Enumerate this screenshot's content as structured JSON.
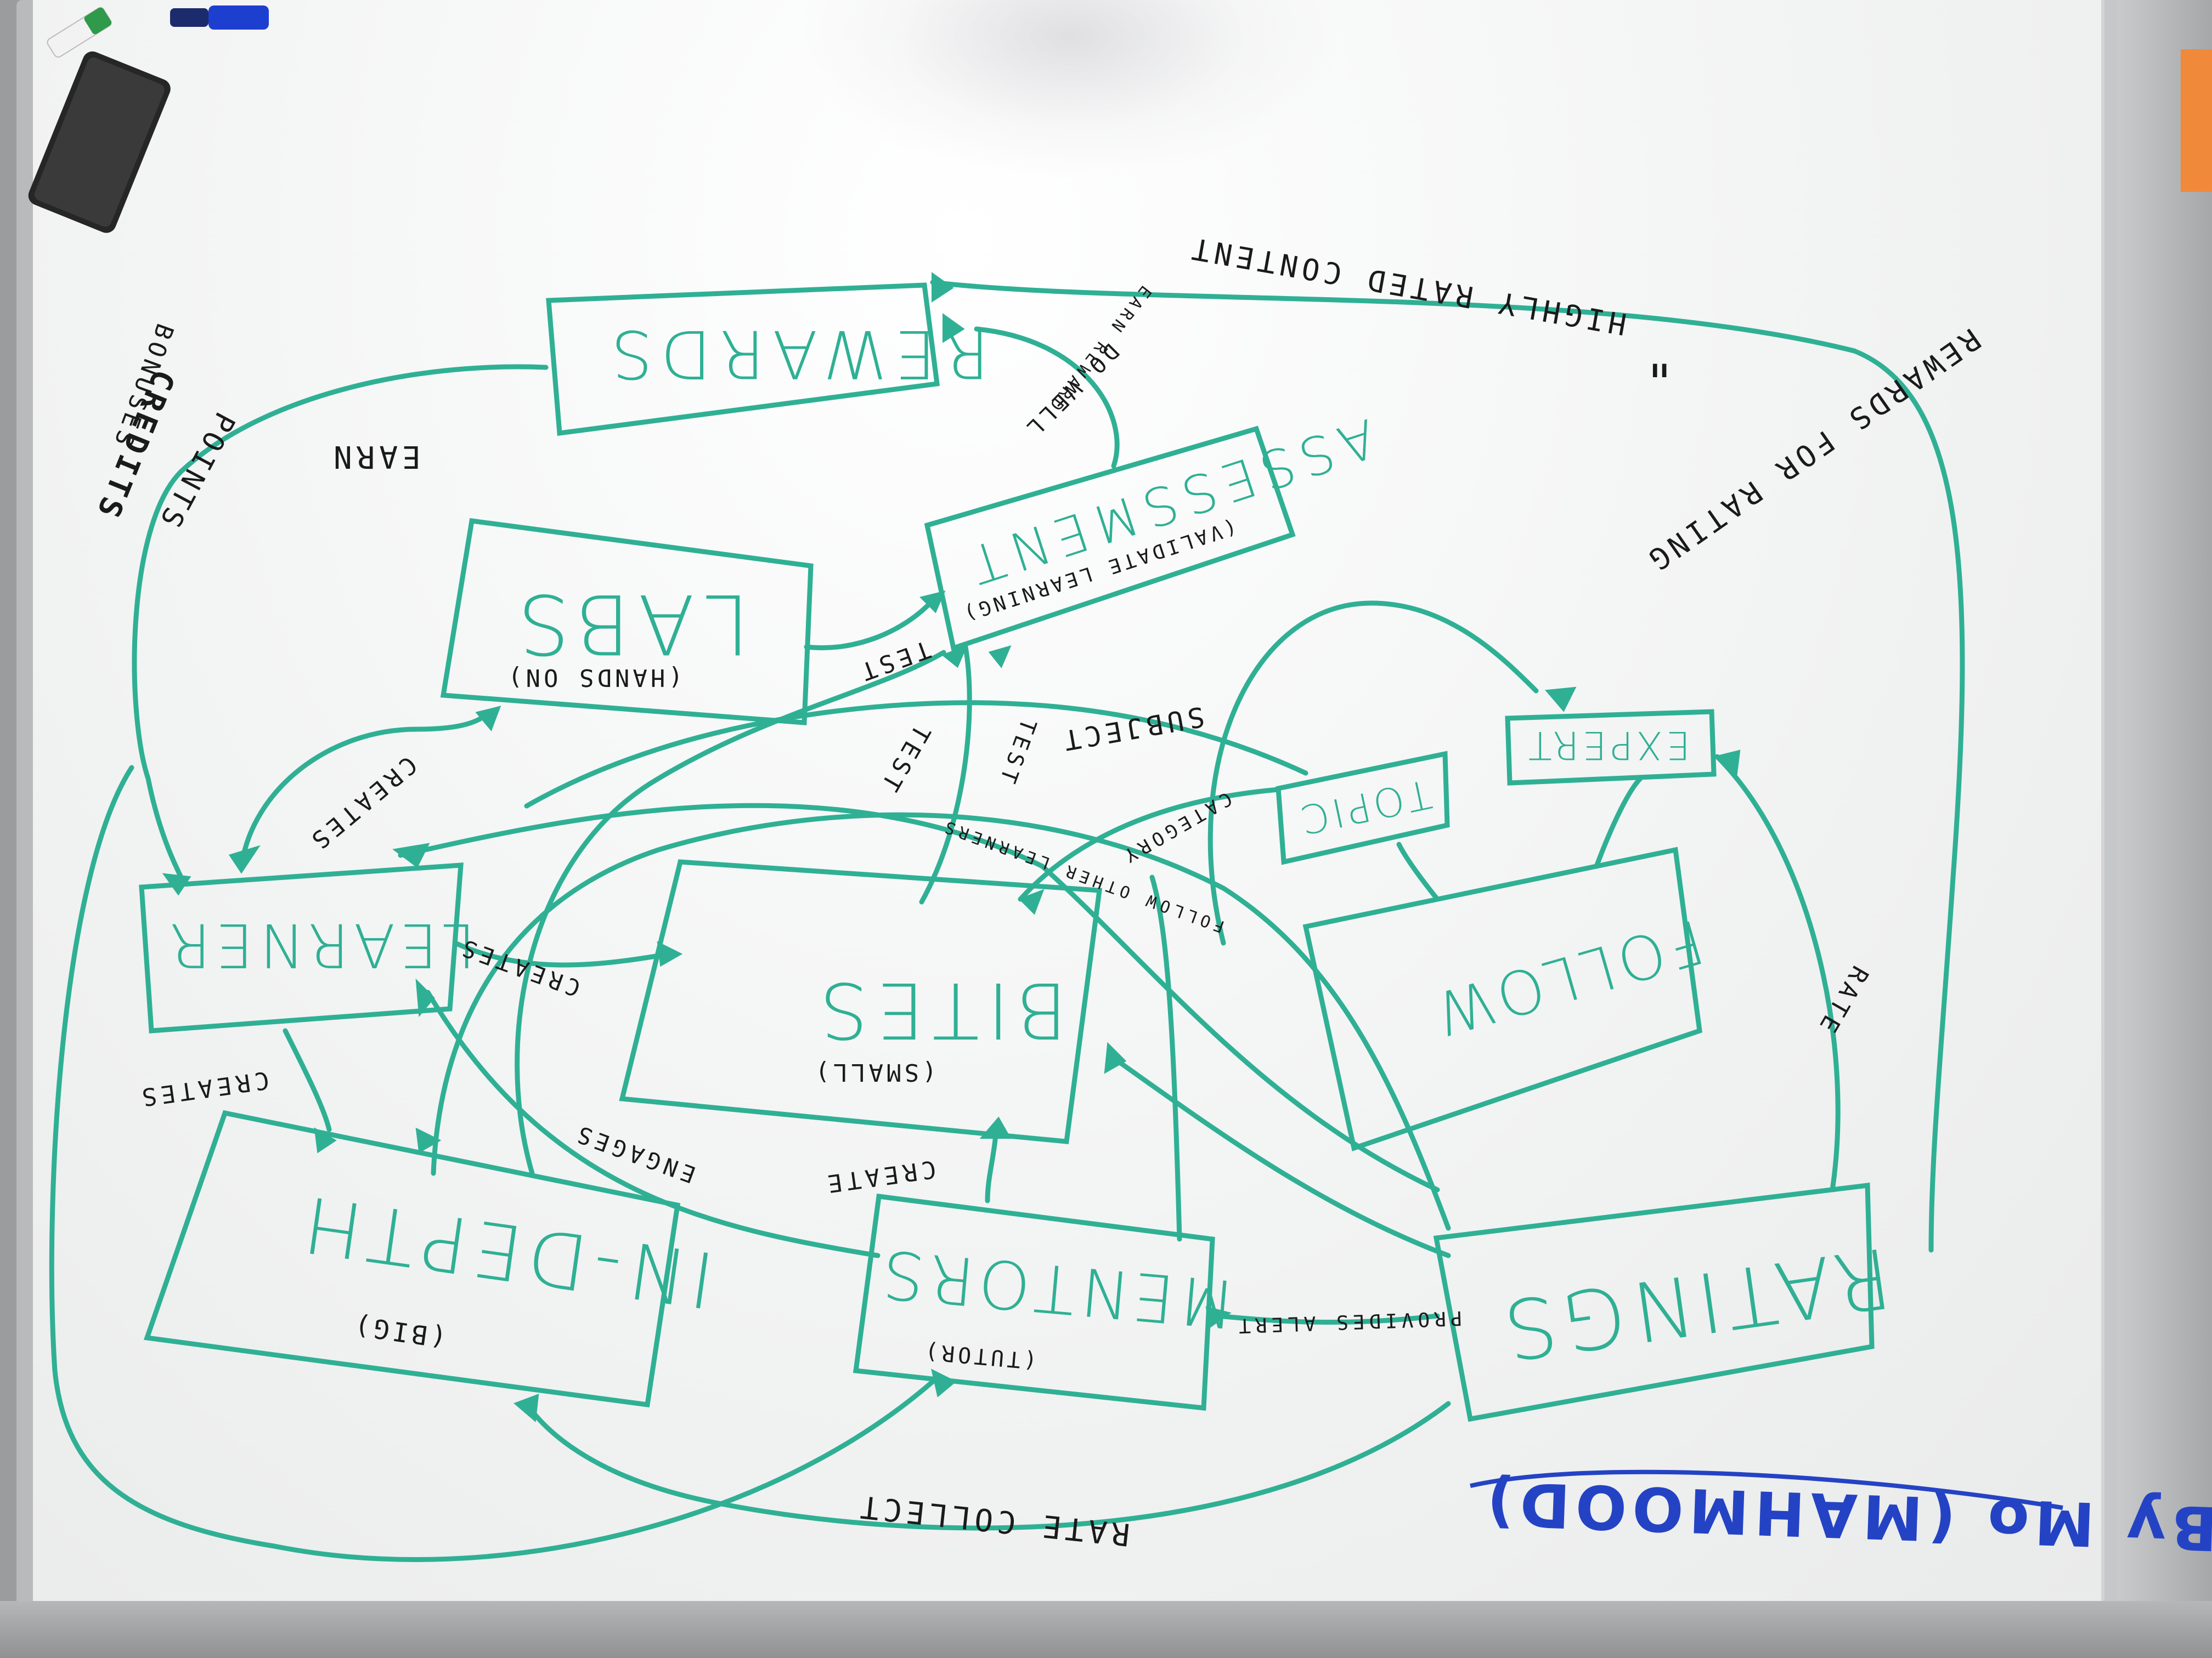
{
  "nodes": {
    "rewards": "REWARDS",
    "labs": "LABS",
    "labs_note": "(HANDS ON)",
    "assessment": "ASSESSMENT",
    "assessment_note": "(VALIDATE LEARNING)",
    "expert": "EXPERT",
    "topic": "TOPIC",
    "follow": "FOLLOW",
    "learner": "LEARNER",
    "bites": "BITES",
    "bites_note": "(SMALL)",
    "in_depth": "IN-DEPTH",
    "in_depth_note": "(BIG)",
    "mentors": "MENTORS",
    "mentors_note": "(TUTOR)",
    "ratings": "RATINGS"
  },
  "edge_labels": {
    "earn": "EARN",
    "points": "POINTS",
    "credits": "CREDITS",
    "bonuses": "BONUSES",
    "do_well": "DO WELL",
    "earn_reward": "EARN REWARD",
    "rewards_for_rating": "REWARDS FOR RATING",
    "highly_rated_content": "HIGHLY RATED CONTENT",
    "ditto_marks": "\"",
    "test_labs": "TEST",
    "test_bites": "TEST",
    "test_subject": "TEST",
    "subject": "SUBJECT",
    "category": "CATEGORY",
    "follow_other_learners": "FOLLOW OTHER LEARNERS",
    "creates_labs": "CREATES",
    "creates_bites": "CREATES",
    "creates_in_depth": "CREATES",
    "creates_mentors": "CREATE",
    "engages": "ENGAGES",
    "rate": "RATE",
    "rate_collect": "RATE COLLECT",
    "provides_alert": "PROVIDES ALERT"
  },
  "author": "By Mo (MAHMOOD)",
  "colors": {
    "marker_green": "#2fb094",
    "marker_black": "#1a1a1a",
    "marker_blue": "#2443c4"
  }
}
